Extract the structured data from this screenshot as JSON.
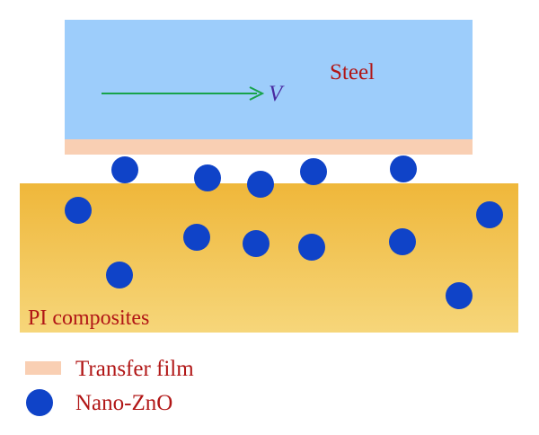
{
  "labels": {
    "steel": "Steel",
    "velocity": "V",
    "composite": "PI composites"
  },
  "legend": {
    "transfer_film": "Transfer film",
    "nano_zno": "Nano-ZnO"
  },
  "colors": {
    "steel_fill": "#9dcdfb",
    "transfer_film": "#f9cfb3",
    "composite_top": "#efb73a",
    "composite_bottom": "#f6d67a",
    "particle": "#0f43c8",
    "arrow": "#17a34a",
    "velocity_text": "#4a2aa0",
    "label_text": "#b11616"
  }
}
